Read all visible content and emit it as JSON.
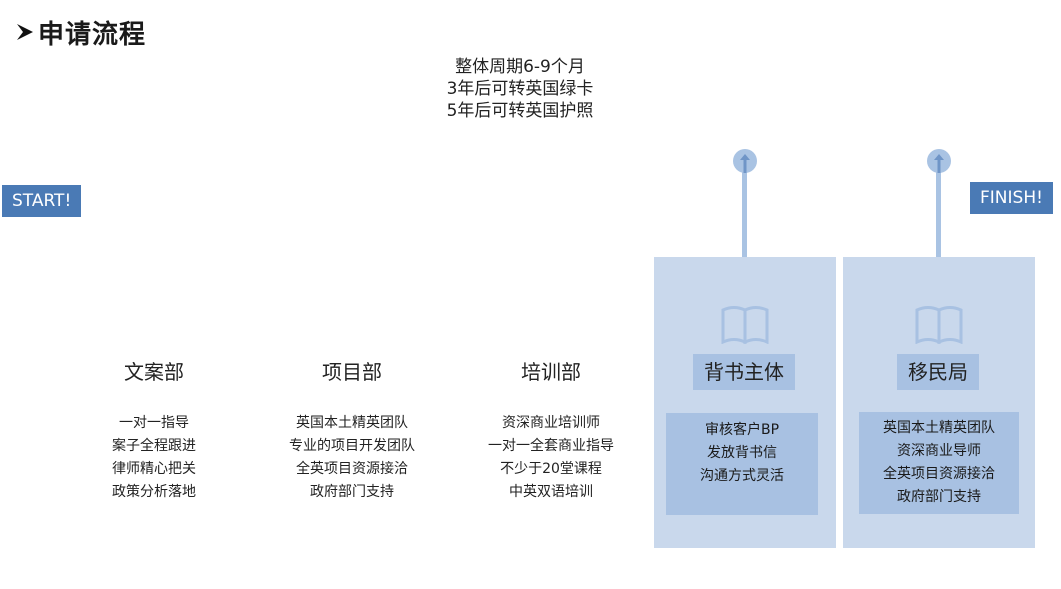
{
  "header": {
    "title": "申请流程",
    "bullet_icon": "arrow-right-icon"
  },
  "summary": [
    "整体周期6-9个月",
    "3年后可转英国绿卡",
    "5年后可转英国护照"
  ],
  "tags": {
    "start": "START!",
    "finish": "FINISH!"
  },
  "departments": [
    {
      "name": "文案部",
      "items": [
        "一对一指导",
        "案子全程跟进",
        "律师精心把关",
        "政策分析落地"
      ]
    },
    {
      "name": "项目部",
      "items": [
        "英国本土精英团队",
        "专业的项目开发团队",
        "全英项目资源接洽",
        "政府部门支持"
      ]
    },
    {
      "name": "培训部",
      "items": [
        "资深商业培训师",
        "一对一全套商业指导",
        "不少于20堂课程",
        "中英双语培训"
      ]
    }
  ],
  "panels": [
    {
      "name": "背书主体",
      "icon": "book-icon",
      "items": [
        "审核客户BP",
        "发放背书信",
        "沟通方式灵活"
      ]
    },
    {
      "name": "移民局",
      "icon": "book-icon",
      "items": [
        "英国本土精英团队",
        "资深商业导师",
        "全英项目资源接洽",
        "政府部门支持"
      ]
    }
  ],
  "colors": {
    "accent": "#4a7ab5",
    "panel": "#c9d8ec",
    "panel_dark": "#a8c1e2"
  }
}
